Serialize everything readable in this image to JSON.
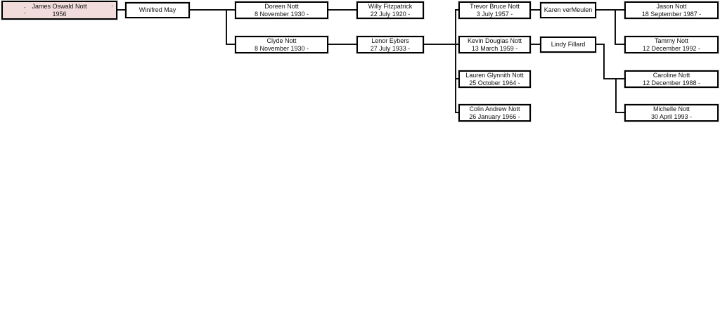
{
  "chart_type": "family-tree-descendant-chart",
  "colors": {
    "background": "#ffffff",
    "box_fill": "#ffffff",
    "highlight_box_fill": "#f2dcdb",
    "box_border": "#000000",
    "connector_line": "#111111",
    "text": "#111111"
  },
  "tree": {
    "ticks": [
      "-",
      "-",
      "-"
    ],
    "people": {
      "james": {
        "name": "James Oswald Nott",
        "date": "1956"
      },
      "winifred": {
        "name": "Winifred May"
      },
      "doreen": {
        "name": "Doreen Nott",
        "date": "8 November 1930 -"
      },
      "willy": {
        "name": "Willy Fitzpatrick",
        "date": "22 July 1920 -"
      },
      "clyde": {
        "name": "Clyde Nott",
        "date": "8 November 1930 -"
      },
      "lenor": {
        "name": "Lenor Eybers",
        "date": "27 July 1933 -"
      },
      "trevor": {
        "name": "Trevor Bruce Nott",
        "date": "3 July 1957 -"
      },
      "karen": {
        "name": "Karen verMeulen"
      },
      "kevin": {
        "name": "Kevin Douglas Nott",
        "date": "13 March 1959 -"
      },
      "lindy": {
        "name": "Lindy Fillard"
      },
      "lauren": {
        "name": "Lauren Glynnith Nott",
        "date": "25 October 1964 -"
      },
      "colin": {
        "name": "Colin Andrew Nott",
        "date": "26 January 1966 -"
      },
      "jason": {
        "name": "Jason Nott",
        "date": "18 September 1987 -"
      },
      "tammy": {
        "name": "Tammy Nott",
        "date": "12 December 1992 -"
      },
      "caroline": {
        "name": "Caroline Nott",
        "date": "12 December 1988 -"
      },
      "michelle": {
        "name": "Michelle Nott",
        "date": "30 April 1993 -"
      }
    }
  }
}
